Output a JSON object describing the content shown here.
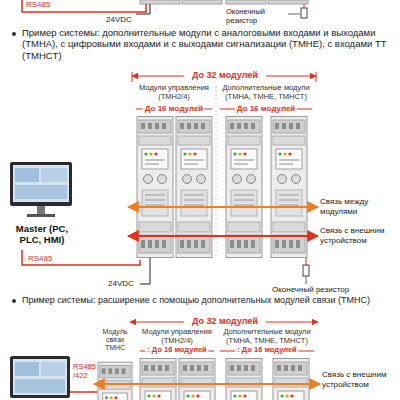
{
  "diagram": {
    "nodes": [
      {
        "text": [
          "Master (PC, PLC, HMI)"
        ]
      },
      {
        "text": [
          "Модули управления (TMH2/4)",
          "До 16 модулей"
        ]
      },
      {
        "text": [
          "Дополнительные модули (TMHA, TMHE, TMHCT)",
          "До 16 модулей"
        ]
      },
      {
        "text": [
          "Модуль связи TMHC"
        ]
      },
      {
        "text": [
          "Модули управления (TMH2/4)",
          ": До 16 модулей"
        ]
      },
      {
        "text": [
          "Дополнительные модули (TMHA, TMHE, TMHCT)",
          ": До 16 модулей"
        ]
      }
    ],
    "edges": [
      {
        "from": 0,
        "to": 1,
        "label": "RS485",
        "arrow": "none"
      }
    ],
    "labels": [
      "RS485",
      "24VDC",
      "Оконечный резистор",
      "Пример системы: дополнительные модули с аналоговыми входами и выходами (TMHA), с цифровыми входами и с выходами сигнализации (TMHE), с входами ТТ (TMHCT)",
      "До 32 модулей",
      "Связь между модулями",
      "Связь с внешним устройством",
      "24VDC",
      "Оконечный резистор",
      "Пример системы: расширение с помощью дополнительных модулей связи (TMHC)",
      "До 32 модулей",
      "RS485 /422",
      "Связь с внешним устройством"
    ]
  }
}
